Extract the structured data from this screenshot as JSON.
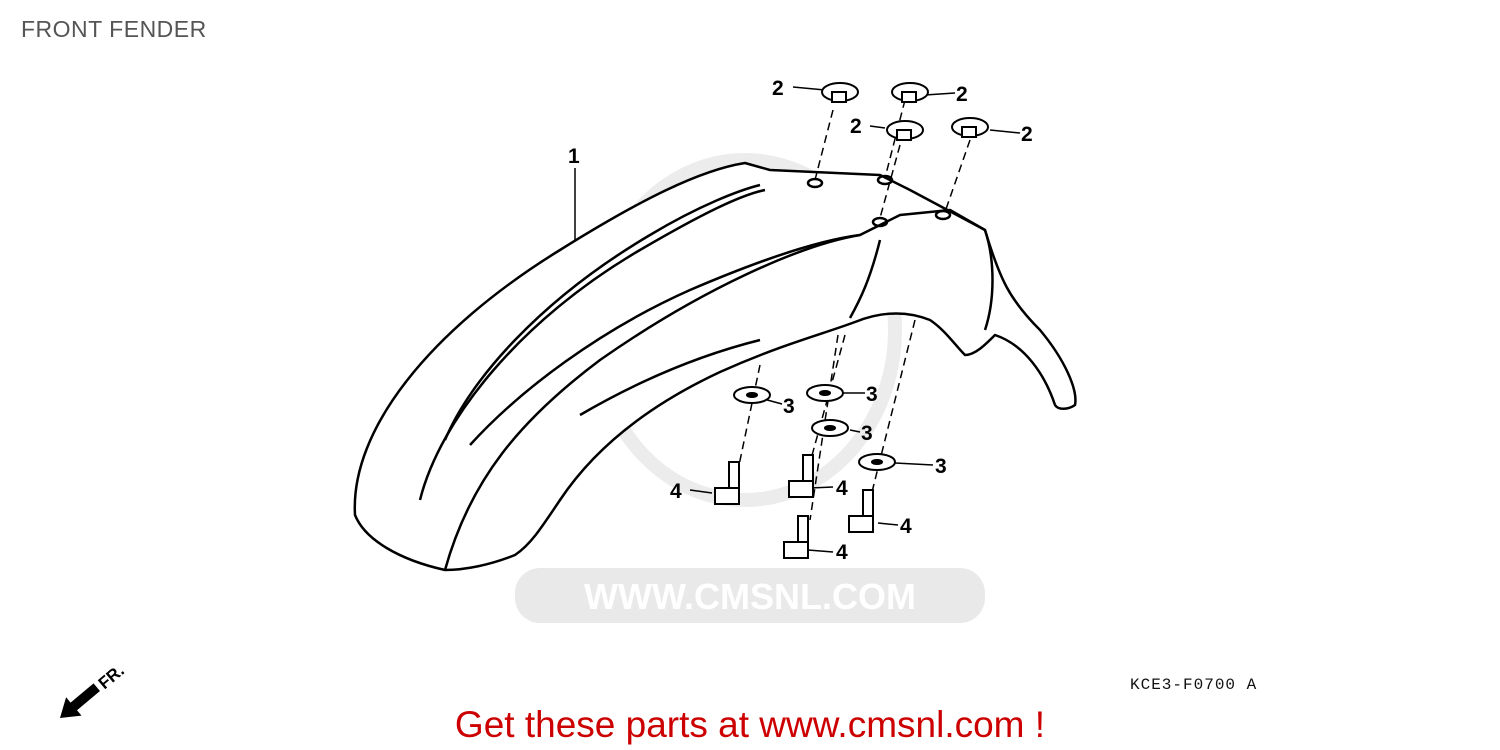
{
  "header": {
    "title": "FRONT FENDER"
  },
  "diagram": {
    "part_code": "KCE3-F0700 A",
    "direction_marker": "FR.",
    "watermark": "WWW.CMSNL.COM",
    "callouts": {
      "fender": "1",
      "rubber_mount": "2",
      "washer": "3",
      "bolt": "4"
    }
  },
  "footer": {
    "promo": "Get these parts at www.cmsnl.com !",
    "promo_color": "#cc0000"
  }
}
